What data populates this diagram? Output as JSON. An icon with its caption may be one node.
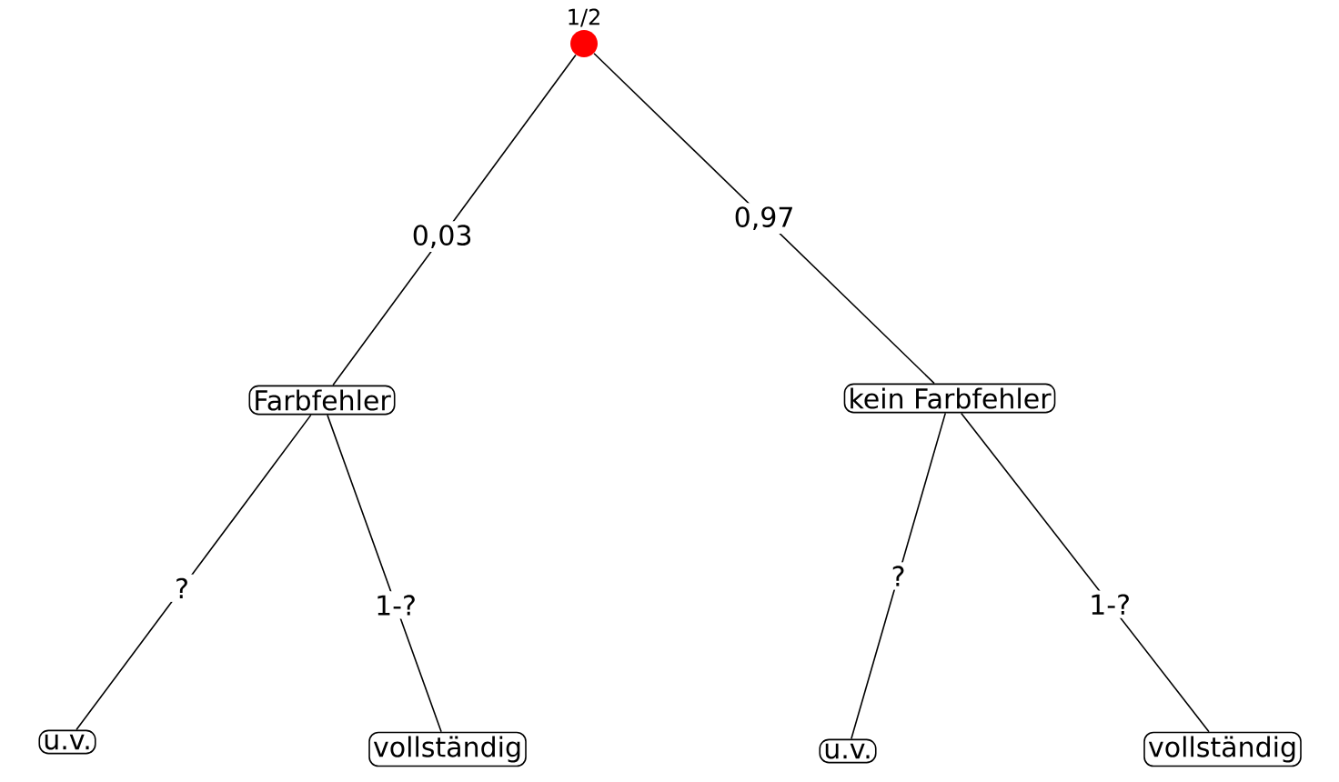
{
  "diagram": {
    "nodes": [
      {
        "text": [],
        "shape": "circle",
        "beside": [
          "1/2"
        ]
      },
      {
        "text": [
          "Farbfehler"
        ]
      },
      {
        "text": [
          "kein Farbfehler"
        ]
      },
      {
        "text": [
          "u.v."
        ]
      },
      {
        "text": [
          "vollständig"
        ]
      },
      {
        "text": [
          "u.v."
        ]
      },
      {
        "text": [
          "vollständig"
        ]
      }
    ],
    "edges": [
      {
        "from": 0,
        "to": 1,
        "arrow": "none",
        "label": "0,03"
      },
      {
        "from": 0,
        "to": 2,
        "arrow": "none",
        "label": "0,97"
      },
      {
        "from": 1,
        "to": 3,
        "arrow": "none",
        "label": "?"
      },
      {
        "from": 1,
        "to": 4,
        "arrow": "none",
        "label": "1-?"
      },
      {
        "from": 2,
        "to": 5,
        "arrow": "none",
        "label": "?"
      },
      {
        "from": 2,
        "to": 6,
        "arrow": "none",
        "label": "1-?"
      }
    ]
  }
}
